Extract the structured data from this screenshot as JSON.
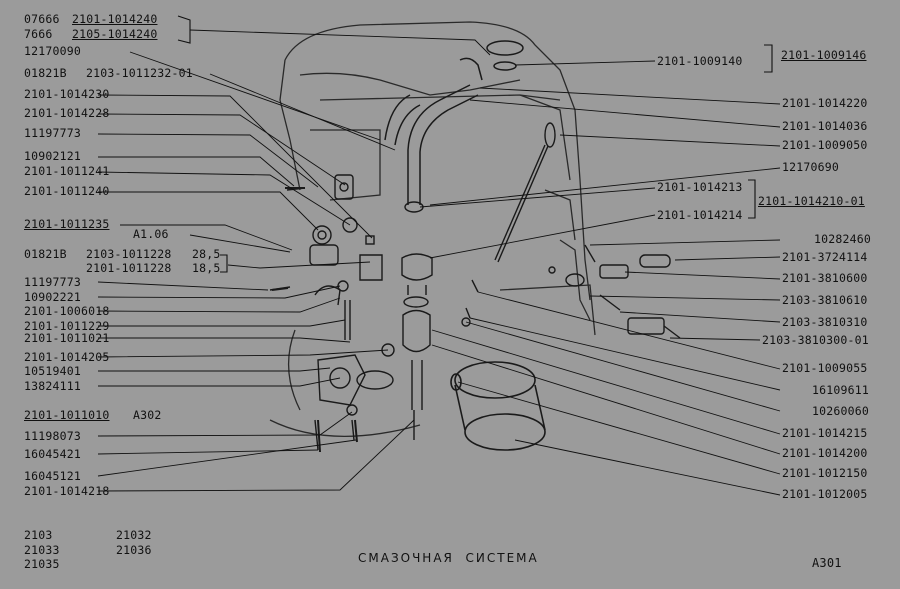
{
  "diagram": {
    "title": "СМАЗОЧНАЯ  СИСТЕМА",
    "page_code": "А301",
    "models": [
      "2103",
      "21032",
      "21033",
      "21036",
      "21035"
    ],
    "left_labels": [
      "07666",
      "2101-1014240",
      "7666",
      "2105-1014240",
      "12170090",
      "01821В",
      "2103-1011232-01",
      "2101-1014230",
      "2101-1014228",
      "11197773",
      "10902121",
      "2101-1011241",
      "2101-1011240",
      "2101-1011235",
      "А1.06",
      "01821В",
      "2103-1011228",
      "28,5",
      "2101-1011228",
      "18,5",
      "11197773",
      "10902221",
      "2101-1006018",
      "2101-1011229",
      "2101-1011021",
      "2101-1014205",
      "10519401",
      "13824111",
      "2101-1011010",
      "А302",
      "11198073",
      "16045421",
      "16045121",
      "2101-1014218"
    ],
    "right_labels": [
      "2101-1009146",
      "2101-1009140",
      "2101-1014220",
      "2101-1014036",
      "2101-1009050",
      "12170690",
      "2101-1014213",
      "2101-1014210-01",
      "2101-1014214",
      "10282460",
      "2101-3724114",
      "2101-3810600",
      "2103-3810610",
      "2103-3810310",
      "2103-3810300-01",
      "2101-1009055",
      "16109611",
      "10260060",
      "2101-1014215",
      "2101-1014200",
      "2101-1012150",
      "2101-1012005"
    ]
  }
}
